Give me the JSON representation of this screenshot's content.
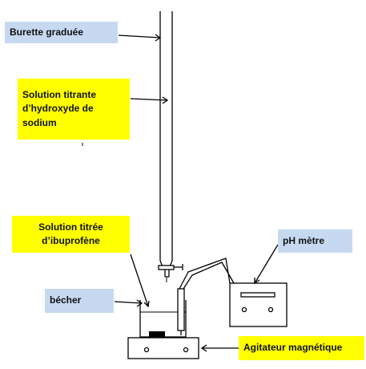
{
  "labels": {
    "burette": "Burette graduée",
    "titrant": "Solution  titrante\nd’hydroxyde de\nsodium",
    "titree": "Solution titrée\nd’ibuprofène",
    "becher": "bécher",
    "phmetre": "pH mètre",
    "agitateur": "Agitateur magnétique"
  },
  "colors": {
    "label_blue": "#c6d9f1",
    "label_yellow": "#ffff00",
    "line": "#000000"
  }
}
